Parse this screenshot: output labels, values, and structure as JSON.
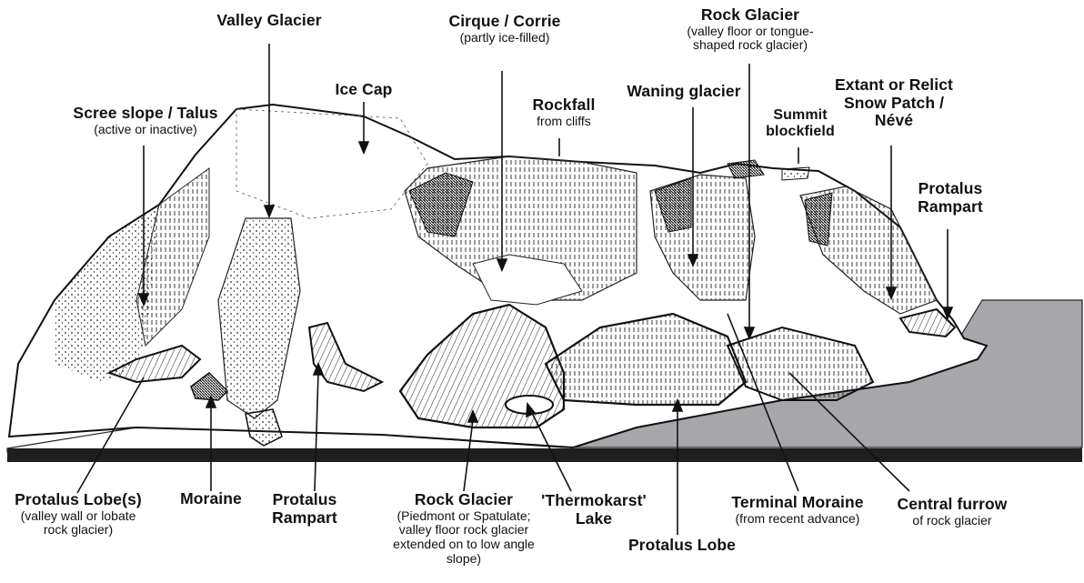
{
  "labels": {
    "valley_glacier": {
      "title": "Valley Glacier"
    },
    "cirque": {
      "title": "Cirque / Corrie",
      "sub": "(partly ice-filled)"
    },
    "rock_glacier_top": {
      "title": "Rock Glacier",
      "sub1": "(valley floor or tongue-",
      "sub2": "shaped rock glacier)"
    },
    "ice_cap": {
      "title": "Ice Cap"
    },
    "scree": {
      "title": "Scree slope / Talus",
      "sub": "(active or inactive)"
    },
    "rockfall": {
      "title": "Rockfall",
      "sub": "from cliffs"
    },
    "waning": {
      "title": "Waning glacier"
    },
    "summit": {
      "line1": "Summit",
      "line2": "blockfield"
    },
    "snow_patch": {
      "line1": "Extant or Relict",
      "line2": "Snow Patch /",
      "line3": "Névé"
    },
    "protalus_rampart_right": {
      "line1": "Protalus",
      "line2": "Rampart"
    },
    "protalus_lobes": {
      "title": "Protalus Lobe(s)",
      "sub1": "(valley wall or lobate",
      "sub2": "rock glacier)"
    },
    "moraine": {
      "title": "Moraine"
    },
    "protalus_rampart_left": {
      "line1": "Protalus",
      "line2": "Rampart"
    },
    "rock_glacier_bottom": {
      "title": "Rock Glacier",
      "sub1": "(Piedmont or Spatulate;",
      "sub2": "valley floor rock glacier",
      "sub3": "extended on to low angle",
      "sub4": "slope)"
    },
    "thermokarst": {
      "line1": "'Thermokarst'",
      "line2": "Lake"
    },
    "protalus_lobe": {
      "title": "Protalus Lobe"
    },
    "terminal_moraine": {
      "title": "Terminal Moraine",
      "sub": "(from recent advance)"
    },
    "central_furrow": {
      "title": "Central furrow",
      "sub": "of rock glacier"
    }
  },
  "colors": {
    "ink": "#111111",
    "water": "#a7a7ab",
    "base": "#1e1e1e",
    "paper": "#ffffff"
  }
}
